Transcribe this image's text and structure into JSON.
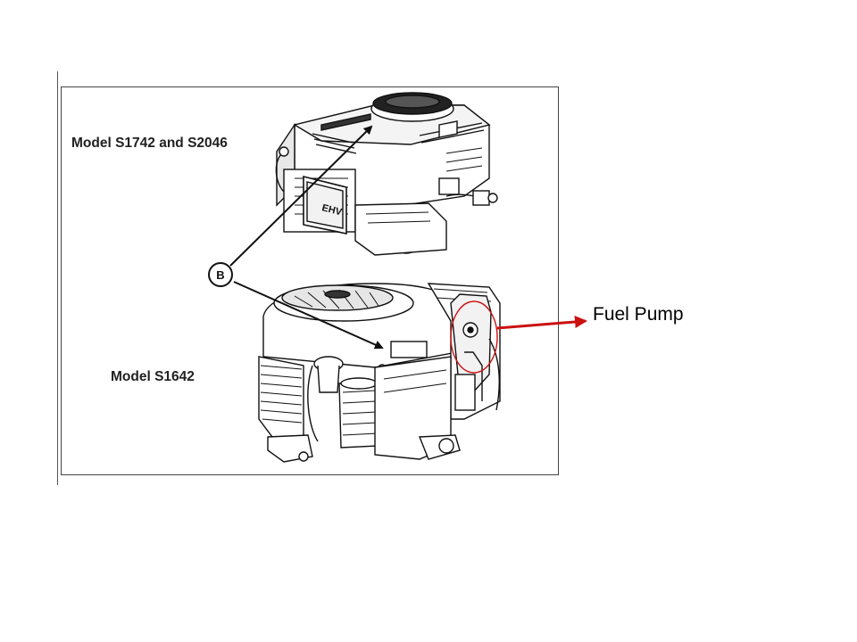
{
  "diagram": {
    "model_top_label": "Model S1742 and S2046",
    "model_bottom_label": "Model S1642",
    "callout_letter": "B",
    "callout_fuel_pump": "Fuel Pump",
    "engine_brand_text": "EHV"
  },
  "colors": {
    "line": "#111111",
    "frame": "#444444",
    "highlight": "#cc1111"
  }
}
